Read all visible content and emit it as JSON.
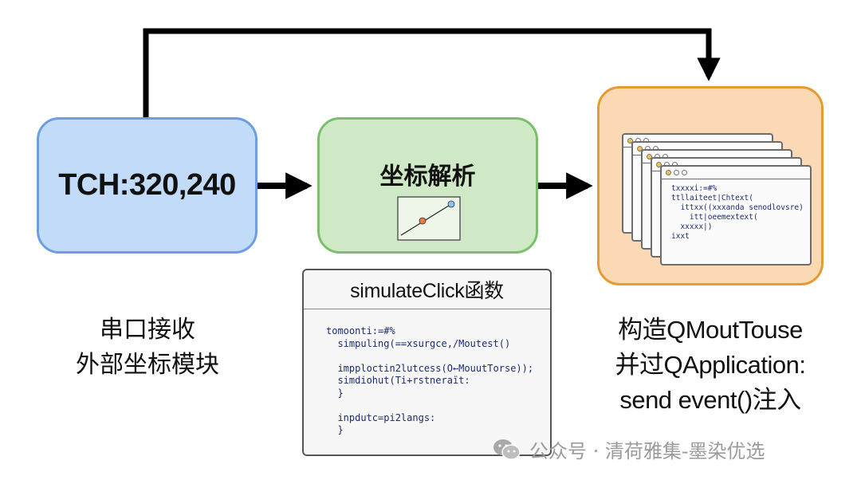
{
  "nodes": {
    "input": {
      "value": "TCH:320,240"
    },
    "parse": {
      "title": "坐标解析"
    },
    "build": {
      "windows": [
        {
          "lines": []
        },
        {
          "lines": []
        },
        {
          "lines": []
        },
        {
          "lines": []
        },
        {
          "lines": [
            "txxxxi:=#%",
            "ttllaiteet|Chtext(",
            "  ittxx((xxxanda senodlovsre)",
            "    itt|oeemextext(",
            "  xxxxx|)",
            "ixxt"
          ]
        }
      ]
    }
  },
  "code_card": {
    "title": "simulateClick函数",
    "code": "tomoonti:=#%\n  simpuling(==xsurgce,/Moutest()\n\n  impploctin2lutcess(O←MouutTorse));\n  simdiohut(Ti+rstneraït:\n  }\n\n  inpdutc=pi2langs:\n  }"
  },
  "captions": {
    "left": [
      "串口接收",
      "外部坐标模块"
    ],
    "right": [
      "构造QMoutTouse",
      "并过QApplication:",
      "send event()注入"
    ]
  },
  "watermark": {
    "icon": "wechat-icon",
    "text": "公众号 · 清荷雅集-墨染优选"
  },
  "colors": {
    "input_fill": "#c2dbf9",
    "input_border": "#6c9ee2",
    "parse_fill": "#cfe9c6",
    "parse_border": "#78c06a",
    "build_fill": "#fbd9b4",
    "build_border": "#e49b2f"
  }
}
